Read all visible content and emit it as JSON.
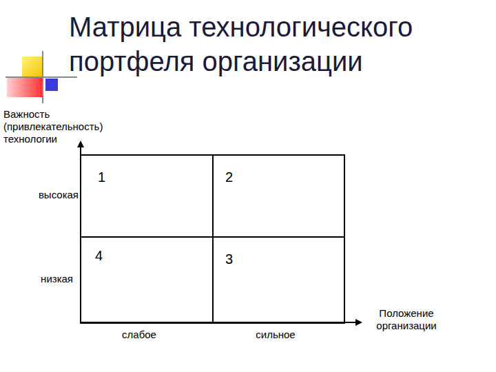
{
  "diagram": {
    "title": "Матрица технологического портфеля организации",
    "nodes": [
      {
        "text": [
          "1"
        ]
      },
      {
        "text": [
          "2"
        ]
      },
      {
        "text": [
          "4"
        ]
      },
      {
        "text": [
          "3"
        ]
      }
    ],
    "labels": [
      "Важность (привлекательность) технологии",
      "высокая",
      "низкая",
      "слабое",
      "сильное",
      "Положение организации"
    ]
  }
}
